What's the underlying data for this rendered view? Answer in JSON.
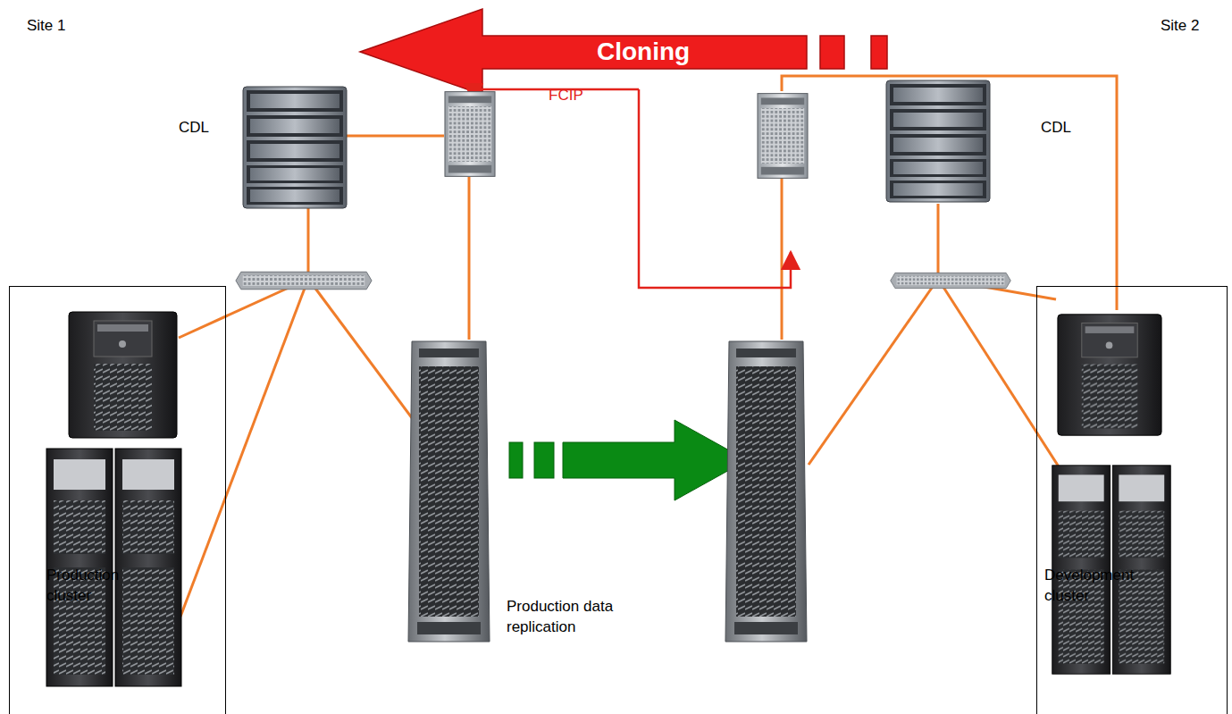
{
  "diagram": {
    "nodes": [
      {
        "text": [
          "Production cluster"
        ]
      },
      {
        "text": [
          "Development cluster"
        ]
      }
    ],
    "labels": [
      "Site 1",
      "Site 2",
      "Cloning",
      "FCIP",
      "CDL",
      "CDL",
      "Production data replication"
    ]
  }
}
